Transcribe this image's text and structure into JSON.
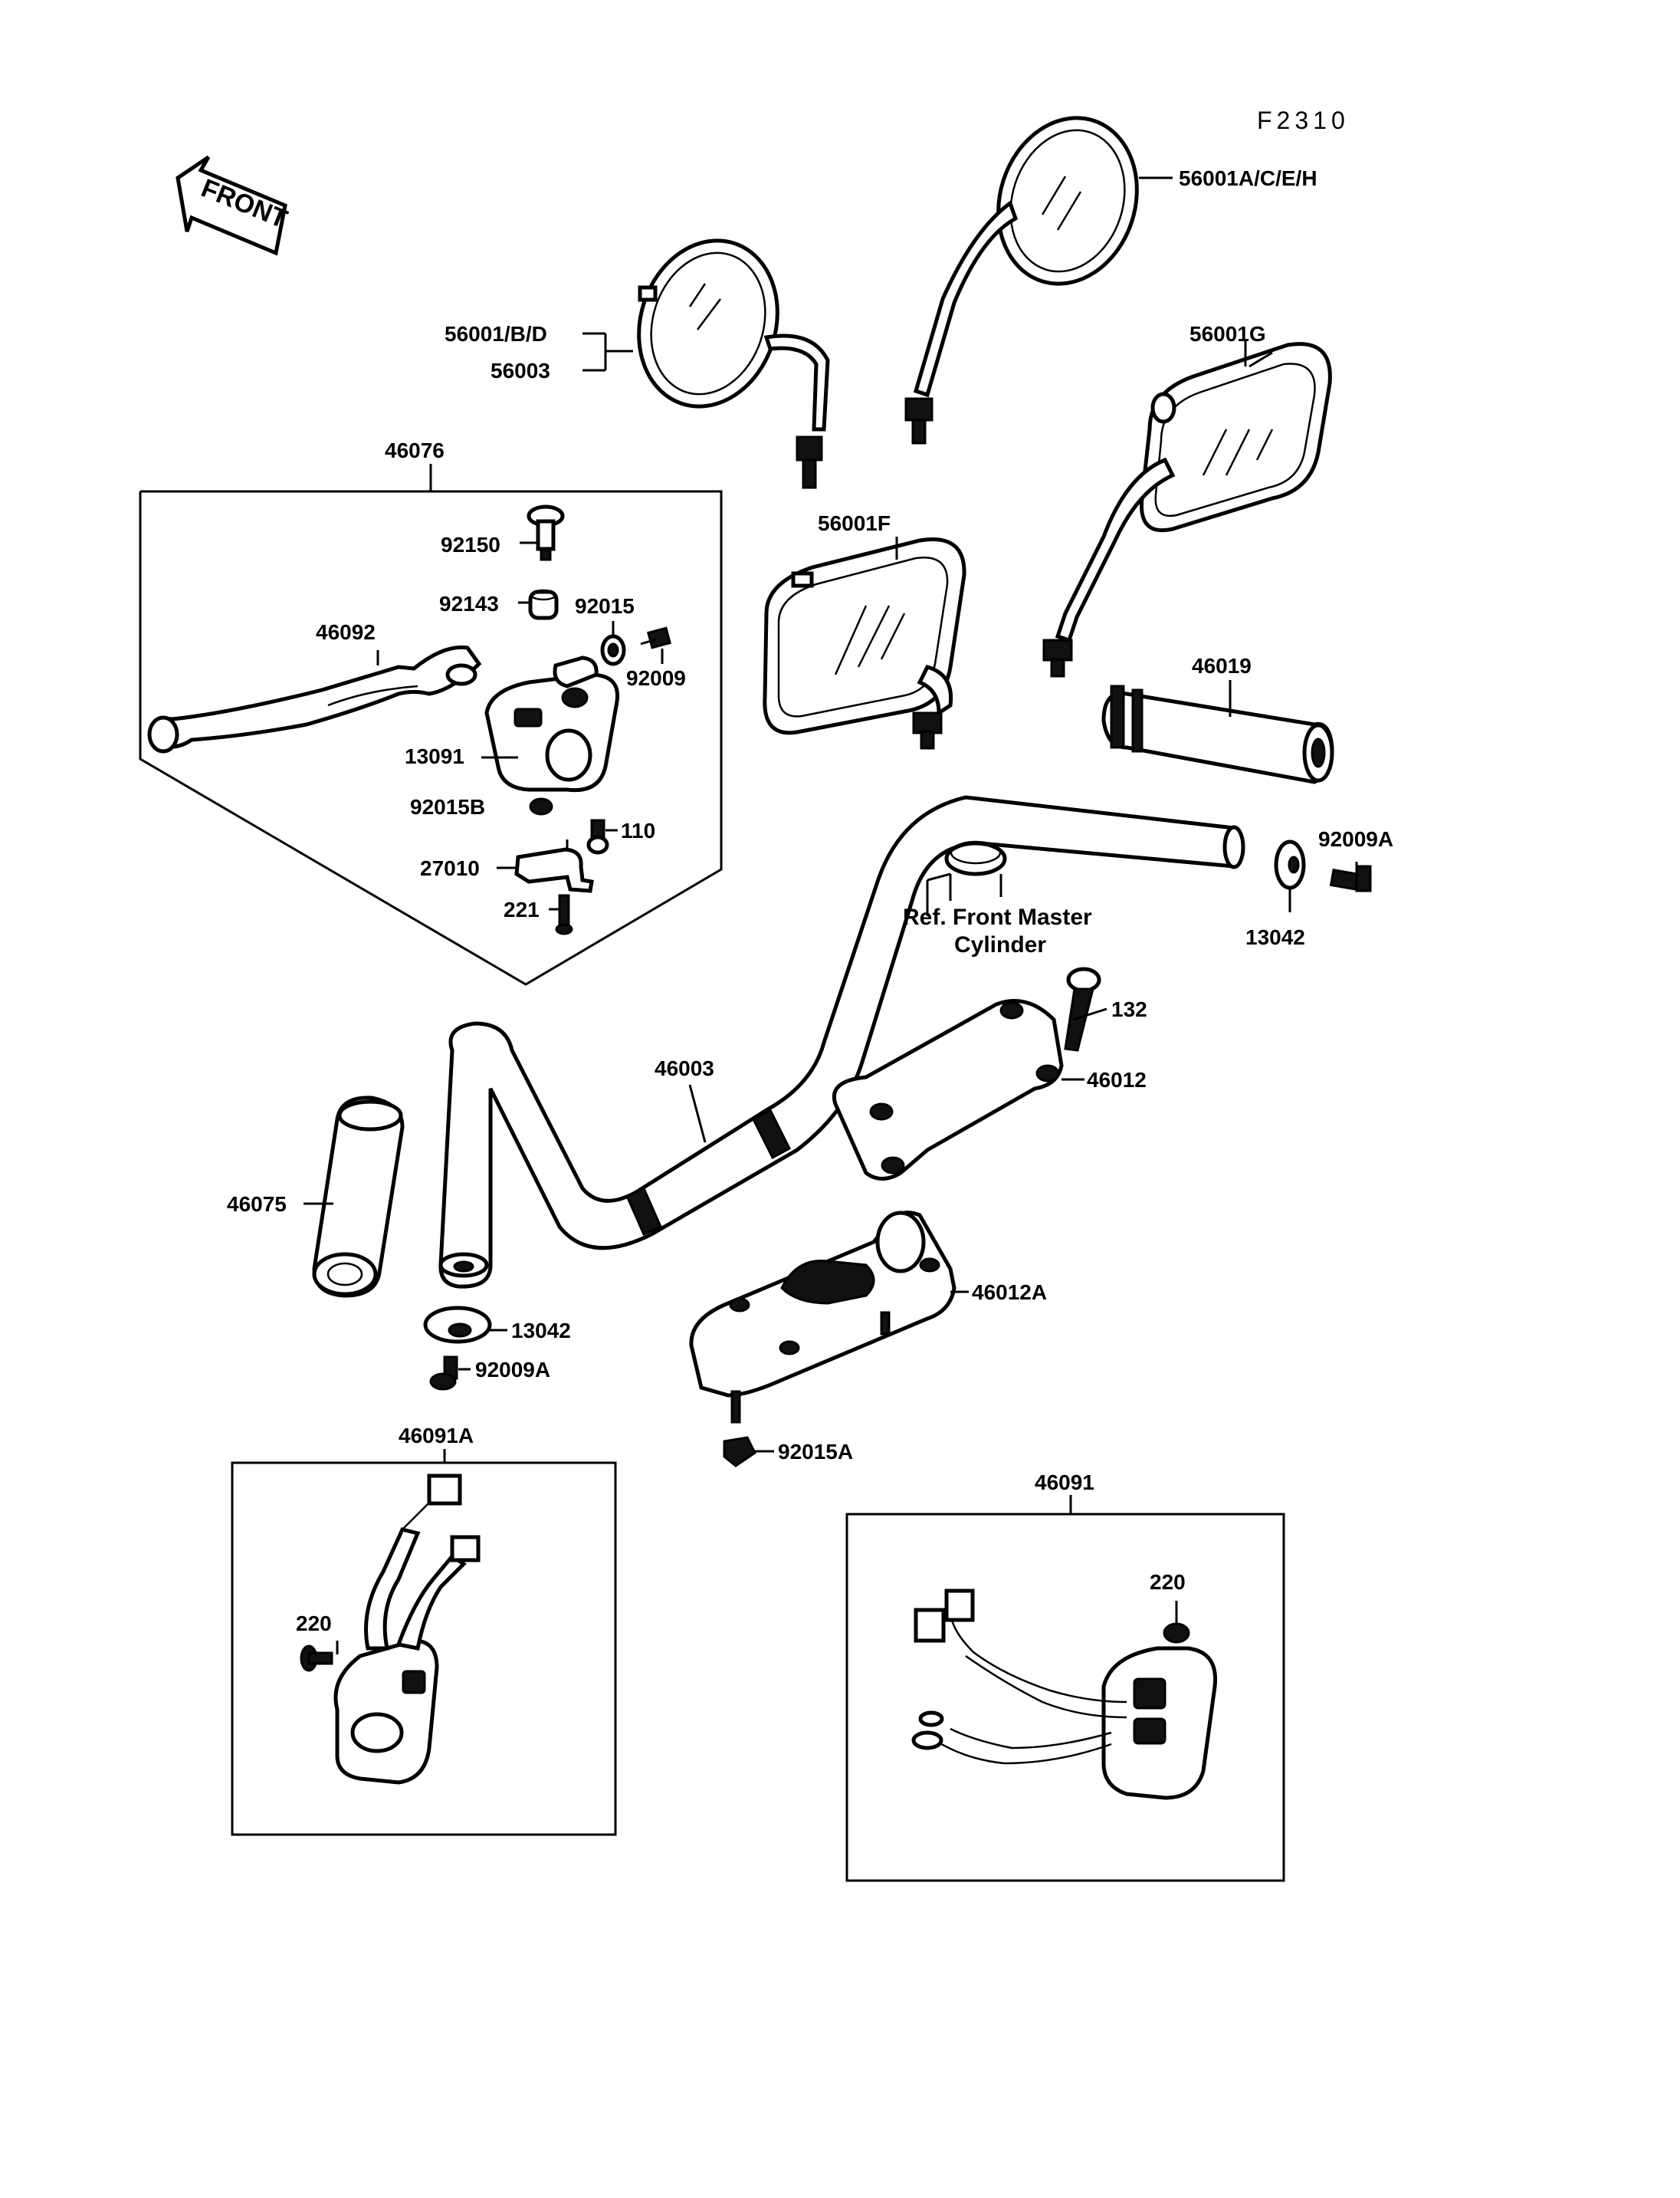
{
  "figure_code": "F2310",
  "front_arrow_label": "FRONT",
  "reference_note": [
    "Ref. Front Master",
    "Cylinder"
  ],
  "labels": {
    "p56001ACEH": "56001A/C/E/H",
    "p56001BD": "56001/B/D",
    "p56003": "56003",
    "p56001G": "56001G",
    "p46076": "46076",
    "p92150": "92150",
    "p92143": "92143",
    "p92015": "92015",
    "p92009": "92009",
    "p46092": "46092",
    "p56001F": "56001F",
    "p13091": "13091",
    "p92015B": "92015B",
    "p110": "110",
    "p27010": "27010",
    "p221": "221",
    "p46019": "46019",
    "p92009A_right": "92009A",
    "p13042_right": "13042",
    "p132": "132",
    "p46012": "46012",
    "p46003": "46003",
    "p46075": "46075",
    "p13042_left": "13042",
    "p92009A_left": "92009A",
    "p46012A": "46012A",
    "p92015A": "92015A",
    "p46091A": "46091A",
    "p220_left": "220",
    "p46091": "46091",
    "p220_right": "220"
  }
}
